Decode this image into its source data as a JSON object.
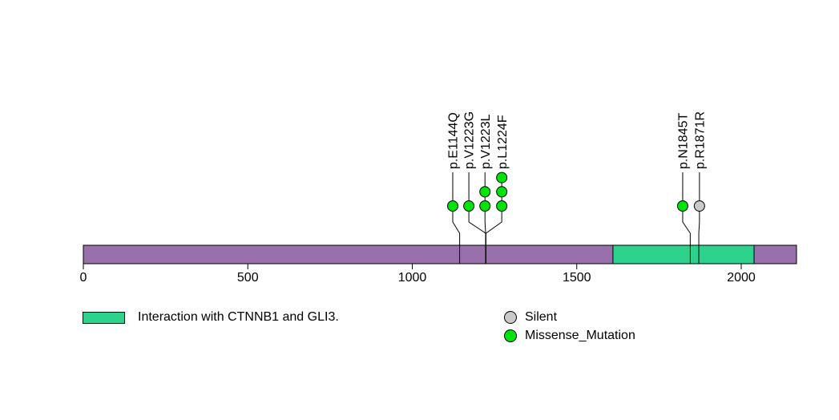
{
  "chart_data": {
    "type": "lollipop",
    "title": "",
    "protein": {
      "length": 2168,
      "bar_color": "#9A70AC"
    },
    "axis": {
      "ticks": [
        0,
        500,
        1000,
        1500,
        2000
      ],
      "xlim": [
        0,
        2168
      ],
      "grid": false
    },
    "domains": [
      {
        "label": "Interaction with CTNNB1 and GLI3.",
        "start": 1610,
        "end": 2039,
        "color": "#2DD38C"
      }
    ],
    "mutations": [
      {
        "label": "p.E1144Q",
        "position": 1144,
        "label_position": 1123,
        "count": 1,
        "type": "Missense_Mutation"
      },
      {
        "label": "p.V1223G",
        "position": 1223,
        "label_position": 1172,
        "count": 1,
        "type": "Missense_Mutation"
      },
      {
        "label": "p.V1223L",
        "position": 1223,
        "label_position": 1221,
        "count": 2,
        "type": "Missense_Mutation"
      },
      {
        "label": "p.L1224F",
        "position": 1224,
        "label_position": 1272,
        "count": 3,
        "type": "Missense_Mutation"
      },
      {
        "label": "p.N1845T",
        "position": 1845,
        "label_position": 1822,
        "count": 1,
        "type": "Missense_Mutation"
      },
      {
        "label": "p.R1871R",
        "position": 1871,
        "label_position": 1873,
        "count": 1,
        "type": "Silent"
      }
    ],
    "mutation_types": {
      "Silent": "#C9C9C9",
      "Missense_Mutation": "#00E308"
    },
    "legend": {
      "domain_label": "Interaction with CTNNB1 and GLI3.",
      "types": [
        {
          "label": "Silent",
          "color": "#C9C9C9"
        },
        {
          "label": "Missense_Mutation",
          "color": "#00E308"
        }
      ]
    }
  }
}
